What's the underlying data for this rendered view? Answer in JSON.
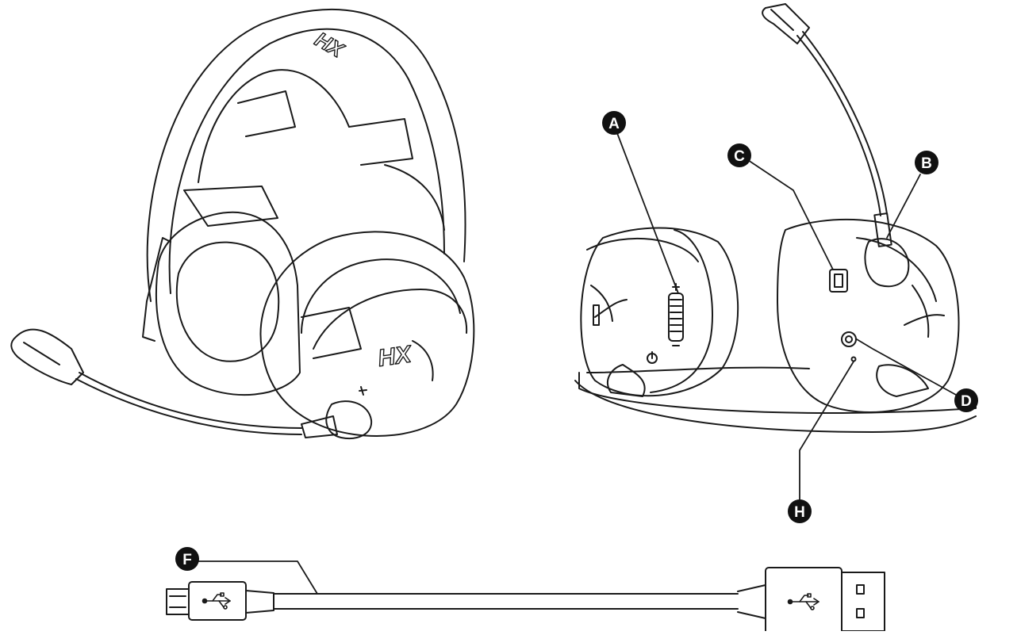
{
  "callouts": {
    "A": "A",
    "B": "B",
    "C": "C",
    "D": "D",
    "F": "F",
    "H": "H"
  },
  "brand_logo_text": "HX",
  "icons": [
    "usb-symbol-icon",
    "mic-mute-icon",
    "power-icon"
  ],
  "colors": {
    "line": "#1a1a1a",
    "callout_fill": "#111111",
    "background": "#ffffff"
  }
}
